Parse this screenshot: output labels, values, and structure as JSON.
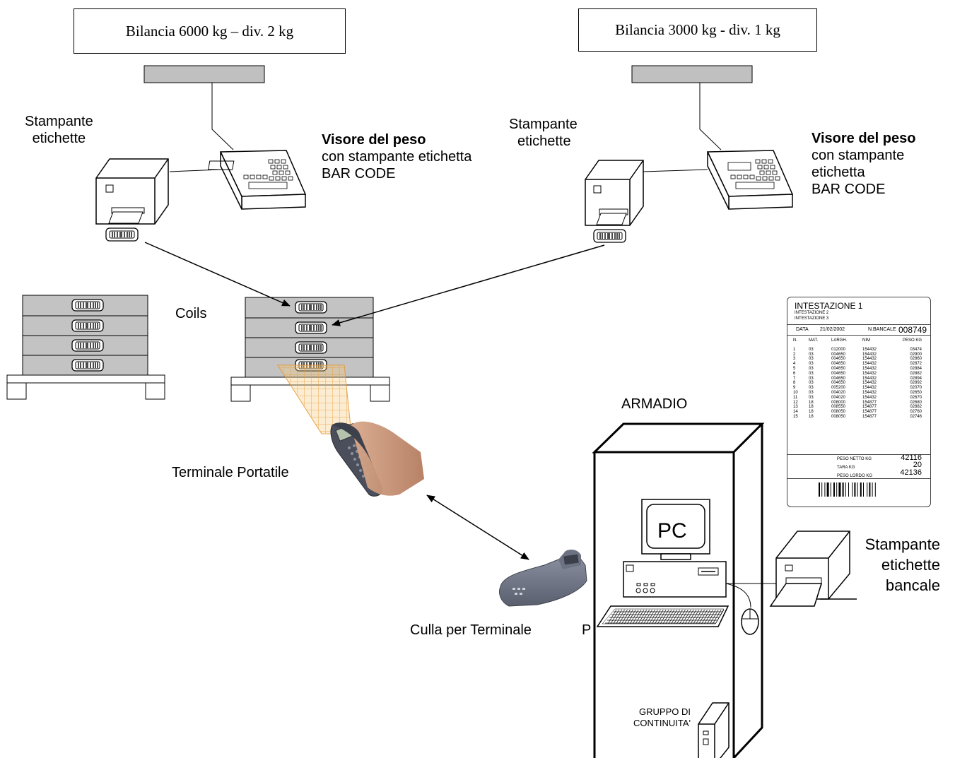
{
  "scales": {
    "left_title": "Bilancia 6000 kg – div. 2 kg",
    "right_title": "Bilancia 3000 kg - div. 1 kg"
  },
  "labels": {
    "printer_left": [
      "Stampante",
      "etichette"
    ],
    "printer_right": [
      "Stampante",
      "etichette"
    ],
    "display_left": {
      "bold": "Visore del peso",
      "lines": [
        "con stampante etichetta",
        "BAR CODE"
      ]
    },
    "display_right": {
      "bold": "Visore del peso",
      "lines": [
        "con stampante",
        "etichetta",
        "BAR CODE"
      ]
    },
    "coils": "Coils",
    "terminal": "Terminale Portatile",
    "cradle": "Culla per Terminale",
    "cradle_extra": "P",
    "cabinet": "ARMADIO",
    "pc": "PC",
    "pallet_printer": [
      "Stampante",
      "etichette",
      "bancale"
    ],
    "ups": [
      "GRUPPO DI",
      "CONTINUITA'"
    ]
  },
  "label_card": {
    "header1": "INTESTAZIONE 1",
    "header2": "INTESTAZIONE 2",
    "header3": "INTESTAZIONE 3",
    "data_label": "DATA",
    "data_value": "21/02/2002",
    "bancale_label": "N.BANCALE",
    "bancale_value": "008749",
    "columns": [
      "N.",
      "MAT.",
      "LARGH.",
      "NIM",
      "PESO KG"
    ],
    "rows": [
      [
        "1",
        "03",
        "012000",
        "154432",
        "03474"
      ],
      [
        "2",
        "03",
        "004650",
        "154432",
        "02900"
      ],
      [
        "3",
        "03",
        "004650",
        "154432",
        "02860"
      ],
      [
        "4",
        "03",
        "004650",
        "154432",
        "02872"
      ],
      [
        "5",
        "03",
        "004650",
        "154432",
        "02884"
      ],
      [
        "6",
        "03",
        "004650",
        "154432",
        "02882"
      ],
      [
        "7",
        "03",
        "004650",
        "154432",
        "02894"
      ],
      [
        "8",
        "03",
        "004650",
        "154432",
        "02892"
      ],
      [
        "9",
        "03",
        "005200",
        "154432",
        "02070"
      ],
      [
        "10",
        "03",
        "004020",
        "154432",
        "02650"
      ],
      [
        "11",
        "03",
        "004020",
        "154432",
        "02670"
      ],
      [
        "12",
        "18",
        "008000",
        "154877",
        "02680"
      ],
      [
        "13",
        "18",
        "008550",
        "154877",
        "02882"
      ],
      [
        "14",
        "18",
        "008050",
        "154877",
        "02760"
      ],
      [
        "15",
        "18",
        "008050",
        "154877",
        "02746"
      ]
    ],
    "netto_label": "PESO NETTO KG",
    "netto_value": "42116",
    "tara_label": "TARA KG",
    "tara_value": "20",
    "lordo_label": "PESO LORDO KG",
    "lordo_value": "42136"
  }
}
